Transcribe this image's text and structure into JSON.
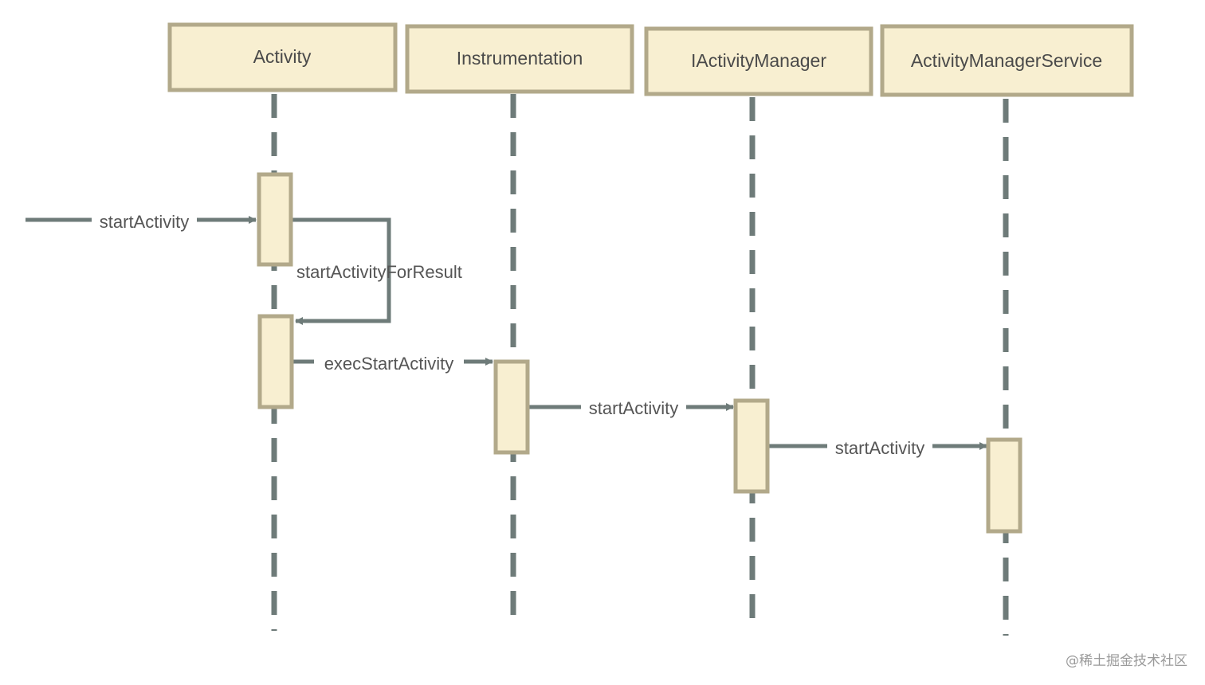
{
  "participants": [
    {
      "id": "activity",
      "label": "Activity"
    },
    {
      "id": "instrumentation",
      "label": "Instrumentation"
    },
    {
      "id": "iactivitymanager",
      "label": "IActivityManager"
    },
    {
      "id": "ams",
      "label": "ActivityManagerService"
    }
  ],
  "messages": [
    {
      "id": "m1",
      "label": "startActivity",
      "from": "external",
      "to": "activity"
    },
    {
      "id": "m2",
      "label": "startActivityForResult",
      "from": "activity",
      "to": "activity"
    },
    {
      "id": "m3",
      "label": "execStartActivity",
      "from": "activity",
      "to": "instrumentation"
    },
    {
      "id": "m4",
      "label": "startActivity",
      "from": "instrumentation",
      "to": "iactivitymanager"
    },
    {
      "id": "m5",
      "label": "startActivity",
      "from": "iactivitymanager",
      "to": "ams"
    }
  ],
  "watermark": "@稀土掘金技术社区",
  "colors": {
    "box_fill": "#f8efd1",
    "box_border": "#b2a98a",
    "line": "#6e7b79",
    "text": "#4a4a4a"
  }
}
